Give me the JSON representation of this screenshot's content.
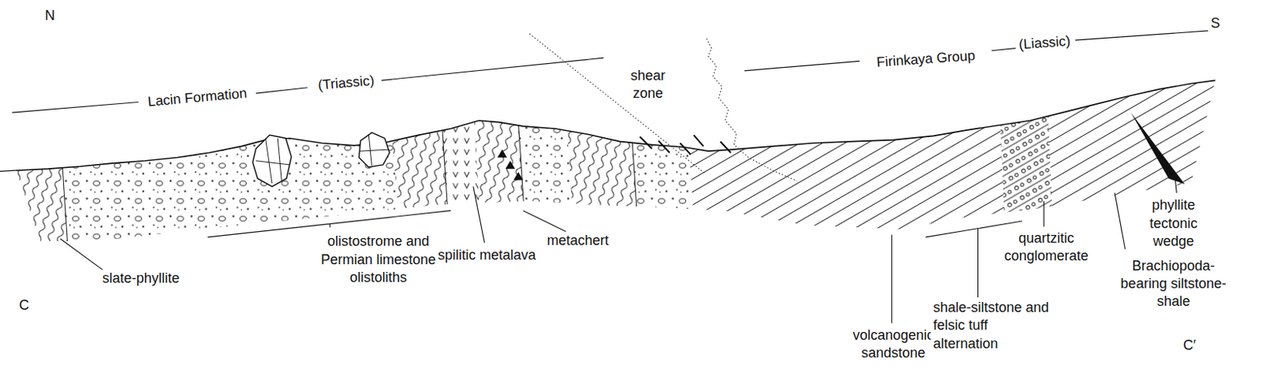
{
  "diagram": {
    "labels": [
      "N",
      "S",
      "Lacin Formation",
      "(Triassic)",
      "shear zone",
      "Firinkaya Group",
      "(Liassic)",
      "slate-phyllite",
      "olistostrome and Permian limestone olistoliths",
      "spilitic metalava",
      "metachert",
      "volcanogenic sandstone",
      "shale-siltstone and felsic tuff alternation",
      "quartzitic conglomerate",
      "phyllite tectonic wedge",
      "Brachiopoda-bearing siltstone-shale",
      "C",
      "C′"
    ]
  }
}
